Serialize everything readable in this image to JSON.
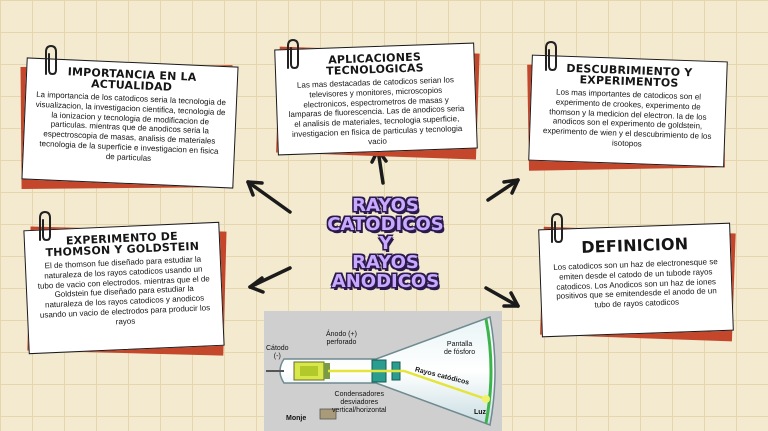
{
  "title": {
    "line1": "RAYOS",
    "line2": "CATODICOS",
    "line3": "Y",
    "line4": "RAYOS",
    "line5": "ANODICOS"
  },
  "cards": {
    "actualidad": {
      "heading": "IMPORTANCIA EN LA ACTUALIDAD",
      "text": "La importancia de los catodicos seria la tecnologia de visualizacion, la investigacion cientifica, tecnologia de la ionizacion y tecnologia de modificacion de particulas. mientras que de anodicos seria la espectroscopia de masas, analisis de materiales tecnologia de la superficie e investigacion en fisica de particulas"
    },
    "aplicaciones": {
      "heading": "APLICACIONES TECNOLOGICAS",
      "text": "Las mas destacadas de catodicos serian los televisores y monitores, microscopios electronicos, espectrometros de masas y lamparas de fluorescencia. Las de anodicos seria el analisis de materiales, tecnologia superficie, investigacion en fisica de particulas y tecnologia vacio"
    },
    "descubrimiento": {
      "heading": "DESCUBRIMIENTO Y EXPERIMENTOS",
      "text": "Los mas importantes de catodicos son el experimento de crookes, experimento de thomson y la medicion del electron. la de los anodicos son el experimento de goldstein, experimento  de wien y el descubrimiento de los isotopos"
    },
    "experimento": {
      "heading": "EXPERIMENTO DE THOMSON Y GOLDSTEIN",
      "text": "El de thomson fue diseñado para estudiar la naturaleza de los rayos catodicos usando un tubo de vacio con electrodos. mientras que el de Goldstein fue diseñado para estudiar la naturaleza de los rayos catodicos y anodicos usando un vacio de electrodos para producir los rayos"
    },
    "definicion": {
      "heading": "DEFINICION",
      "text": "Los catodicos son un haz de electronesque se emiten desde el catodo de un tubode rayos catodicos. Los Anodicos son un haz de iones positivos que se emitendesde el anodo de un tubo de rayos catodicos"
    }
  },
  "crt": {
    "catodo": "Cátodo\n(-)",
    "anodo": "Ánodo (+)\nperforado",
    "pantalla": "Pantalla\nde fósforo",
    "rayos": "Rayos catódicos",
    "condensadores": "Condensadores\ndesviadores\nvertical/horizontal",
    "luz": "Luz",
    "credit": "Monje"
  },
  "colors": {
    "accent": "#c4472c",
    "title_fill": "#c9a9ff",
    "title_outline": "#2b1b4d",
    "background": "#f4ead0"
  },
  "icons": [
    "paperclip-icon",
    "arrow-icon"
  ]
}
